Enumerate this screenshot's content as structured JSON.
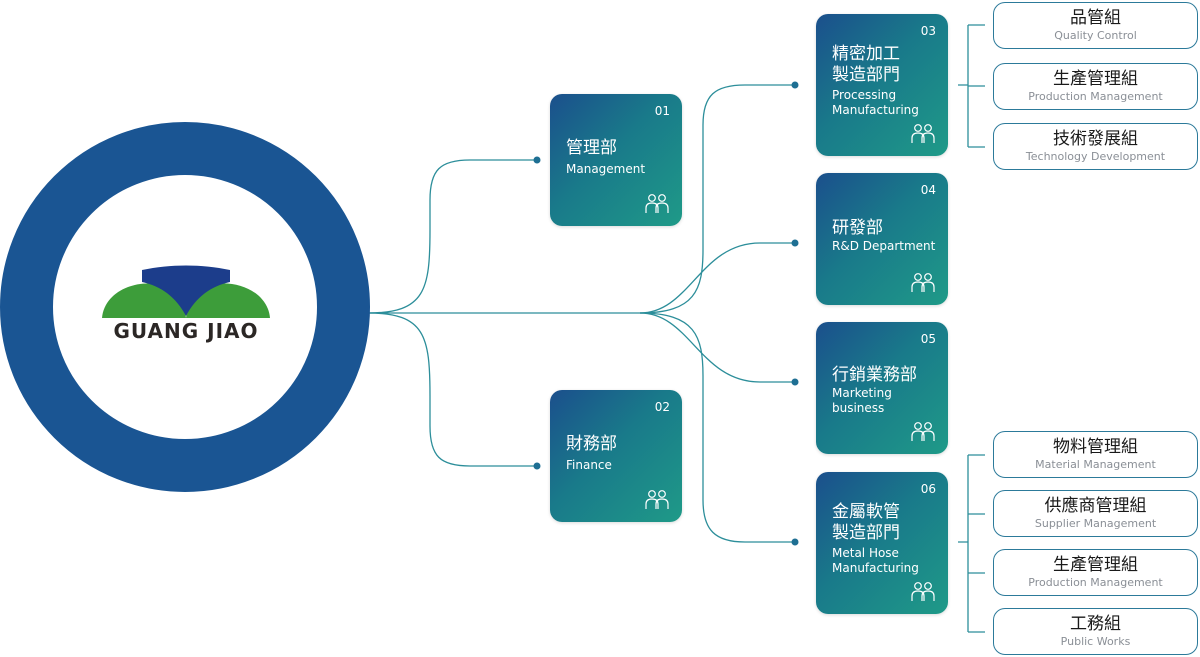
{
  "logo": {
    "text": "GUANG JIAO"
  },
  "colors": {
    "ring": "#1a5593",
    "logo_green": "#3d9d3a",
    "logo_blue": "#1c3d8b",
    "line": "#2c8e9a",
    "pill_border": "#2c7a9a"
  },
  "departments": [
    {
      "number": "01",
      "name_zh": "管理部",
      "name_en": "Management",
      "icon": "team-icon"
    },
    {
      "number": "02",
      "name_zh": "財務部",
      "name_en": "Finance",
      "icon": "team-icon"
    },
    {
      "number": "03",
      "name_zh": "精密加工\n製造部門",
      "name_en": "Processing\nManufacturing",
      "icon": "team-icon"
    },
    {
      "number": "04",
      "name_zh": "研發部",
      "name_en": "R&D Department",
      "icon": "team-icon"
    },
    {
      "number": "05",
      "name_zh": "行銷業務部",
      "name_en": "Marketing\nbusiness",
      "icon": "team-icon"
    },
    {
      "number": "06",
      "name_zh": "金屬軟管\n製造部門",
      "name_en": "Metal Hose\nManufacturing",
      "icon": "team-icon"
    }
  ],
  "groups_03": [
    {
      "name_zh": "品管組",
      "name_en": "Quality Control"
    },
    {
      "name_zh": "生產管理組",
      "name_en": "Production Management"
    },
    {
      "name_zh": "技術發展組",
      "name_en": "Technology Development"
    }
  ],
  "groups_06": [
    {
      "name_zh": "物料管理組",
      "name_en": "Material Management"
    },
    {
      "name_zh": "供應商管理組",
      "name_en": "Supplier Management"
    },
    {
      "name_zh": "生產管理組",
      "name_en": "Production Management"
    },
    {
      "name_zh": "工務組",
      "name_en": "Public Works"
    }
  ]
}
